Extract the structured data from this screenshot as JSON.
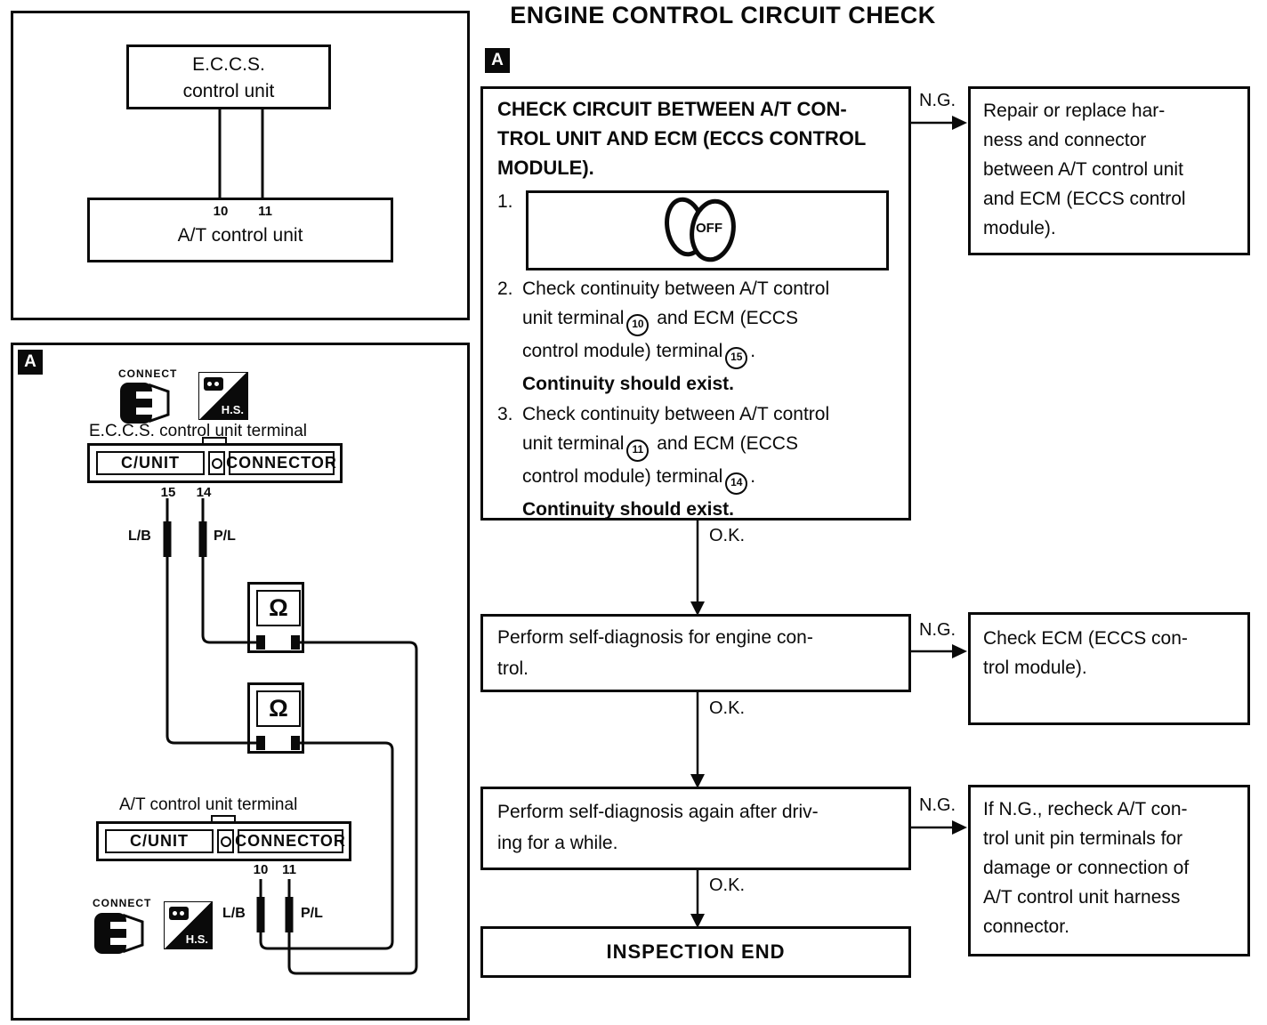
{
  "page": {
    "title": "ENGINE CONTROL CIRCUIT CHECK"
  },
  "labels": {
    "ok": "O.K.",
    "ng": "N.G.",
    "section": "A"
  },
  "top_diagram": {
    "eccs_line1": "E.C.C.S.",
    "eccs_line2": "control unit",
    "at_label": "A/T control unit",
    "term_left": "10",
    "term_right": "11"
  },
  "probe_diagram": {
    "connect": "CONNECT",
    "hs": "H.S.",
    "eccs_terminal_title": "E.C.C.S. control unit terminal",
    "at_terminal_title": "A/T control unit terminal",
    "cunit": "C/UNIT",
    "connector": "CONNECTOR",
    "eccs_term_a": "15",
    "eccs_term_b": "14",
    "at_term_a": "10",
    "at_term_b": "11",
    "wire_a": "L/B",
    "wire_b": "P/L",
    "ohm": "Ω"
  },
  "flow": {
    "box1": {
      "heading": [
        "CHECK CIRCUIT BETWEEN A/T CON-",
        "TROL UNIT AND ECM (ECCS CONTROL",
        "MODULE)."
      ],
      "step1_num": "1.",
      "key_off": "OFF",
      "step2_num": "2.",
      "step2_l1": "Check continuity between A/T control",
      "step2_l2a": "unit terminal",
      "step2_t1": "10",
      "step2_l2b": "and ECM (ECCS",
      "step2_l3a": "control module) terminal",
      "step2_t2": "15",
      "step2_l3b": ".",
      "step2_b": "Continuity should exist.",
      "step3_num": "3.",
      "step3_l1": "Check continuity between A/T control",
      "step3_l2a": "unit terminal",
      "step3_t1": "11",
      "step3_l2b": "and ECM (ECCS",
      "step3_l3a": "control module) terminal",
      "step3_t2": "14",
      "step3_l3b": ".",
      "step3_b": "Continuity should exist."
    },
    "box2": [
      "Perform self-diagnosis for engine con-",
      "trol."
    ],
    "box3": [
      "Perform self-diagnosis again after driv-",
      "ing for a while."
    ],
    "box4": "INSPECTION END",
    "right1": [
      "Repair or replace har-",
      "ness and connector",
      "between A/T control unit",
      "and ECM (ECCS control",
      "module)."
    ],
    "right2": [
      "Check ECM (ECCS con-",
      "trol module)."
    ],
    "right3": [
      "If N.G., recheck A/T con-",
      "trol unit pin terminals for",
      "damage or connection of",
      "A/T control unit harness",
      "connector."
    ]
  }
}
